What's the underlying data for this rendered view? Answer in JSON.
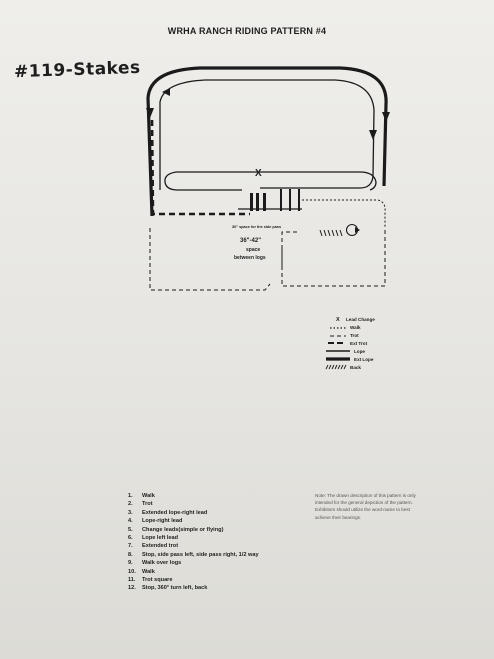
{
  "header": {
    "title": "WRHA RANCH RIDING PATTERN #4",
    "handwritten": "#119-Stakes"
  },
  "diagram": {
    "side_pass_label": "30\" space for the side pass",
    "logs_label_line1": "36\"-42\"",
    "logs_label_line2": "space",
    "logs_label_line3": "between logs"
  },
  "legend": {
    "items": [
      {
        "symbol": "X",
        "label": "Lead Change"
      },
      {
        "symbol": "dotted",
        "label": "Walk"
      },
      {
        "symbol": "dashed",
        "label": "Trot"
      },
      {
        "symbol": "long-dash",
        "label": "Ext Trot"
      },
      {
        "symbol": "solid",
        "label": "Lope"
      },
      {
        "symbol": "thick",
        "label": "Ext Lope"
      },
      {
        "symbol": "hatch",
        "label": "Back"
      }
    ]
  },
  "steps": [
    {
      "num": "1.",
      "text": "Walk"
    },
    {
      "num": "2.",
      "text": "Trot"
    },
    {
      "num": "3.",
      "text": "Extended lope-right lead"
    },
    {
      "num": "4.",
      "text": "Lope-right lead"
    },
    {
      "num": "5.",
      "text": "Change leads(simple or flying)"
    },
    {
      "num": "6.",
      "text": "Lope left lead"
    },
    {
      "num": "7.",
      "text": "Extended trot"
    },
    {
      "num": "8.",
      "text": "Stop, side pass left, side pass right, 1/2 way"
    },
    {
      "num": "9.",
      "text": "Walk over logs"
    },
    {
      "num": "10.",
      "text": "Walk"
    },
    {
      "num": "11.",
      "text": "Trot square"
    },
    {
      "num": "12.",
      "text": "Stop, 360° turn left, back"
    }
  ],
  "note": {
    "text": "Note: The drawn description of this pattern is only intended for the general depiction of the pattern. Exhibitors should utilize the word-name to best achieve their bearings."
  }
}
